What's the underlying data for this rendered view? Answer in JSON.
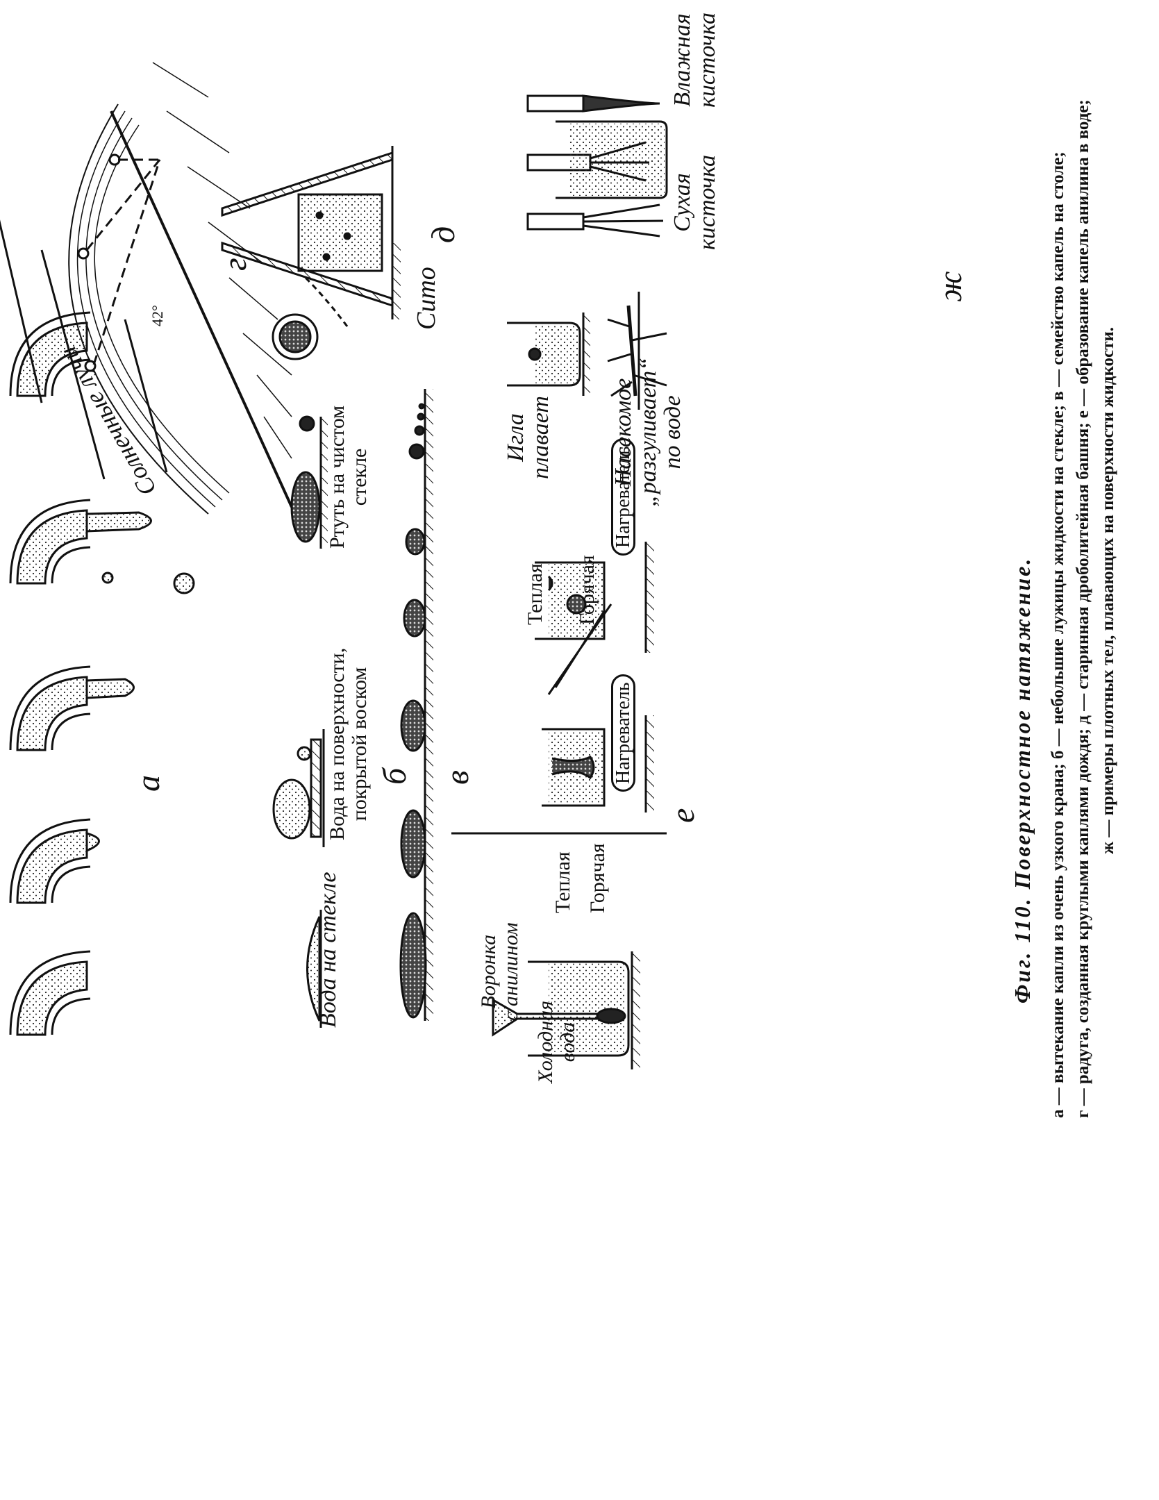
{
  "figure": {
    "number_title": "Фиг. 110. Поверхностное натяжение.",
    "caption_lines": [
      "а — вытекание капли из очень узкого крана; б — небольшие лужицы жидкости на стекле; в — семейство капель на столе;",
      "г — радуга, созданная круглыми каплями дождя; д — старинная дроболитейная башня; е — образование капель анилина в воде;",
      "ж — примеры плотных тел, плавающих на поверхности жидкости."
    ]
  },
  "panel_letters": {
    "a": "а",
    "b": "б",
    "v": "в",
    "g": "г",
    "d": "д",
    "e": "е",
    "zh": "ж"
  },
  "labels": {
    "water_on_glass": "Вода на стекле",
    "water_on_wax_1": "Вода на поверхности,",
    "water_on_wax_2": "покрытой воском",
    "mercury_1": "Ртуть на чистом",
    "mercury_2": "стекле",
    "funnel_1": "Воронка",
    "funnel_2": "с анилином",
    "cold_water_1": "Холодная",
    "cold_water_2": "вода",
    "warm_1": "Теплая",
    "hot_1": "Горячая",
    "heater_1": "Нагреватель",
    "warm_2": "Теплая",
    "hot_2": "Горячая",
    "heater_2": "Нагреватель",
    "sun_rays": "Солнечные лучи",
    "angle": "42°",
    "sieve": "Сито",
    "needle_1": "Игла",
    "needle_2": "плавает",
    "insect_1": "Насекомое",
    "insect_2": "„разгуливает“",
    "insect_3": "по воде",
    "dry_brush_1": "Сухая",
    "dry_brush_2": "кисточка",
    "wet_brush_1": "Влажная",
    "wet_brush_2": "кисточка"
  }
}
